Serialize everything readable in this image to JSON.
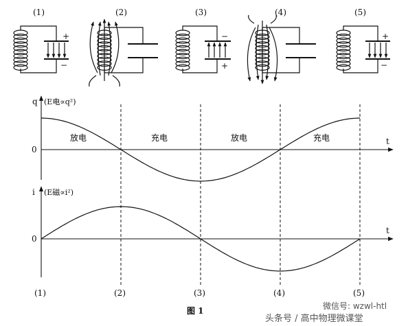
{
  "panel_labels": [
    "(1)",
    "(2)",
    "(3)",
    "(4)",
    "(5)"
  ],
  "capacitor_signs": [
    {
      "top": "+",
      "bottom": "−"
    },
    {
      "top": "",
      "bottom": ""
    },
    {
      "top": "−",
      "bottom": "+"
    },
    {
      "top": "",
      "bottom": ""
    },
    {
      "top": "+",
      "bottom": "−"
    }
  ],
  "q_graph": {
    "axis_label": "q",
    "formula": "(E电∝q²)",
    "zero": "0",
    "t_label": "t",
    "phases": [
      "放电",
      "充电",
      "放电",
      "充电"
    ]
  },
  "i_graph": {
    "axis_label": "i",
    "formula": "(E磁∝i²)",
    "zero": "0",
    "t_label": "t"
  },
  "bottom_labels": [
    "(1)",
    "(2)",
    "(3)",
    "(4)",
    "(5)"
  ],
  "caption": "图 1",
  "watermark": {
    "line1": "微信号: wzwl-htl",
    "line2": "头条号 / 高中物理微课堂"
  }
}
